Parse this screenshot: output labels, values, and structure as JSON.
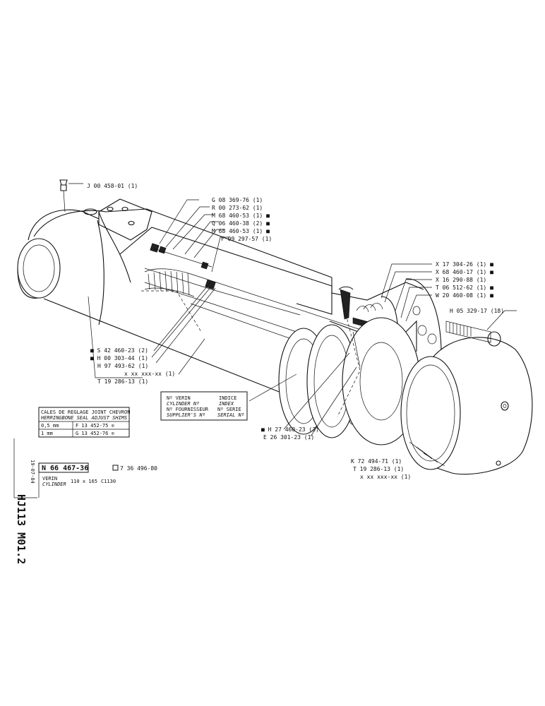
{
  "grease_nipple": "J 00 458-01 (1)",
  "callouts_top": [
    {
      "id": "g08",
      "text": "G 08 369-76 (1)"
    },
    {
      "id": "r00",
      "text": "R 00 273-62 (1)"
    },
    {
      "id": "m68a",
      "text": "M 68 460-53 (1) ■"
    },
    {
      "id": "q06",
      "text": "Q 06 460-38 (2) ■"
    },
    {
      "id": "m68b",
      "text": "M 68 460-53 (1) ■"
    },
    {
      "id": "f09",
      "text": "F 09 297-57 (1)"
    }
  ],
  "callouts_right": [
    {
      "id": "x17",
      "text": "X 17 304-26 (1) ■"
    },
    {
      "id": "x68",
      "text": "X 68 460-17 (1) ■"
    },
    {
      "id": "x16",
      "text": "X 16 290-88 (1)"
    },
    {
      "id": "t06",
      "text": "T 06 512-62 (1) ■"
    },
    {
      "id": "w20",
      "text": "W 20 460-08 (1) ■"
    },
    {
      "id": "h05",
      "text": "H 05 329-17 (18)"
    }
  ],
  "callouts_left": [
    {
      "id": "s42",
      "text": "■ S 42 460-23 (2)"
    },
    {
      "id": "h00",
      "text": "■ H 00 303-44 (1)"
    },
    {
      "id": "h97",
      "text": "H 97 493-62 (1)"
    },
    {
      "id": "xxx1",
      "text": "x xx xxx-xx (1)"
    },
    {
      "id": "t19a",
      "text": "T 19 286-13 (1)"
    }
  ],
  "callouts_bottom": [
    {
      "id": "h27",
      "text": "■ H 27 460-23 (3)"
    },
    {
      "id": "e26",
      "text": "E 26 301-23 (1)"
    },
    {
      "id": "k72",
      "text": "K 72 494-71 (1)"
    },
    {
      "id": "t19b",
      "text": "T 19 286-13 (1)"
    },
    {
      "id": "xxx2",
      "text": "x xx xxx-xx (1)"
    }
  ],
  "index_box": {
    "row1_left": "Nº VERIN",
    "row1_left_en": "CYLINDER Nº",
    "row1_right": "INDICE",
    "row1_right_en": "INDEX",
    "row2_left": "Nº FOURNISSEUR",
    "row2_left_en": "SUPPLIER'S Nº",
    "row2_right": "Nº SERIE",
    "row2_right_en": "SERIAL Nº"
  },
  "shims_table": {
    "title_fr": "CALES DE REGLAGE JOINT CHEVRON",
    "title_en": "HERRINGBONE SEAL ADJUST SHIMS",
    "rows": [
      {
        "size": "0,5 mm",
        "part": "F 13 452-75 ⊙"
      },
      {
        "size": "1    mm",
        "part": "G 13 452-76 ⊙"
      }
    ]
  },
  "vertical_ref": "HJ113 M01.2",
  "date": "19-07-84",
  "part_number": "N 66 467-36",
  "alt_number": "7 36 496-80",
  "title_fr": "VERIN",
  "title_en": "CYLINDER",
  "dimensions": "110 x 165",
  "model": "C1130"
}
